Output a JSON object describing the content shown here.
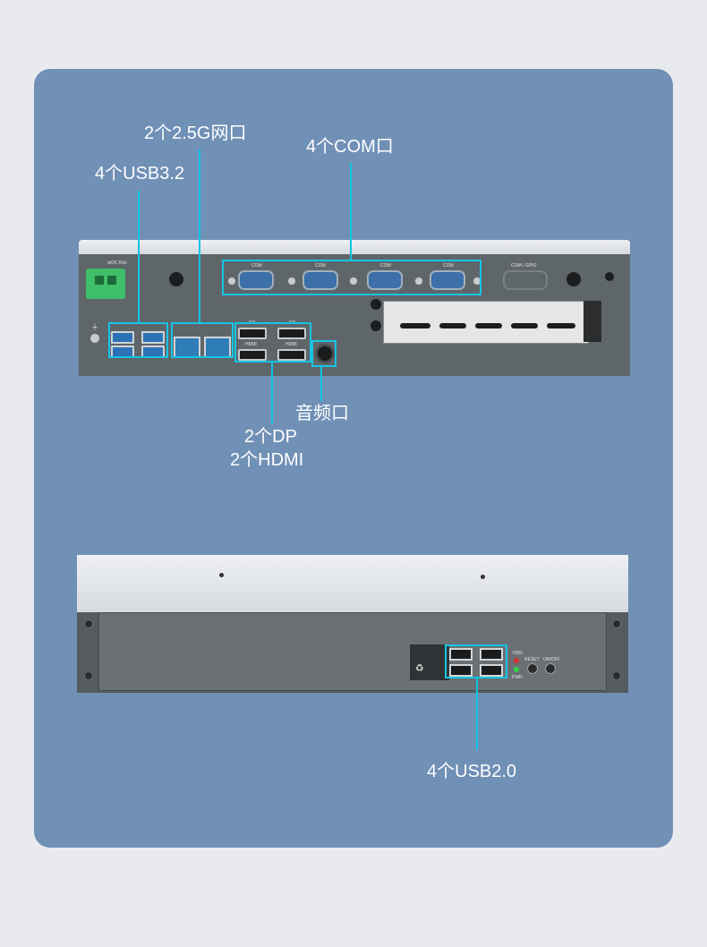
{
  "callouts": {
    "usb32": "4个USB3.2",
    "lan": "2个2.5G网口",
    "com": "4个COM口",
    "audio": "音频口",
    "dp": "2个DP",
    "hdmi": "2个HDMI",
    "usb20": "4个USB2.0"
  },
  "panel_labels": {
    "dc_in": "⊕DC IN⊖",
    "com_port": "COM",
    "com_gpio": "COM / GPIO",
    "dp_port": "DP",
    "hdmi_port": "HDMI",
    "hdd": "HDD",
    "pwr": "PWR",
    "reset": "RESET",
    "on_off": "ON/OFF"
  },
  "colors": {
    "background": "#e9eaee",
    "panel": "#7090b6",
    "callout_line": "#10c4e4",
    "chassis": "#5f6669",
    "terminal": "#3fbf6a"
  }
}
